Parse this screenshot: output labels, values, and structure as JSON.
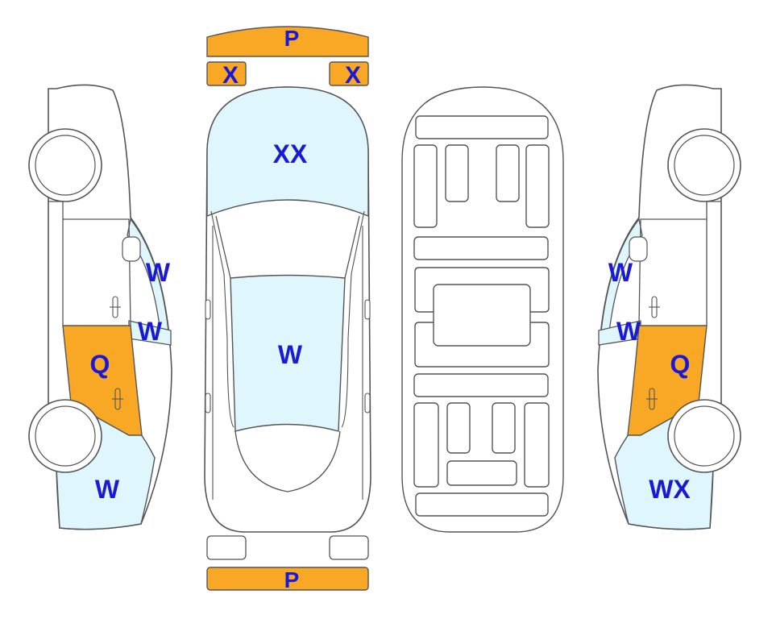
{
  "colors": {
    "damage": "#f9a825",
    "panel": "#dff6fc",
    "outline": "#555555",
    "label": "#1a1ad6"
  },
  "legend_note": "",
  "labels": {
    "front_bumper": "P",
    "headlight_left": "X",
    "headlight_right": "X",
    "hood": "XX",
    "roof": "W",
    "rear_bumper": "P",
    "left_front_glass": "W",
    "left_mirror_glass": "W",
    "left_rear_door": "Q",
    "left_rear_fender": "W",
    "right_front_glass": "W",
    "right_mirror_glass": "W",
    "right_rear_door": "Q",
    "right_rear_fender": "WX"
  }
}
